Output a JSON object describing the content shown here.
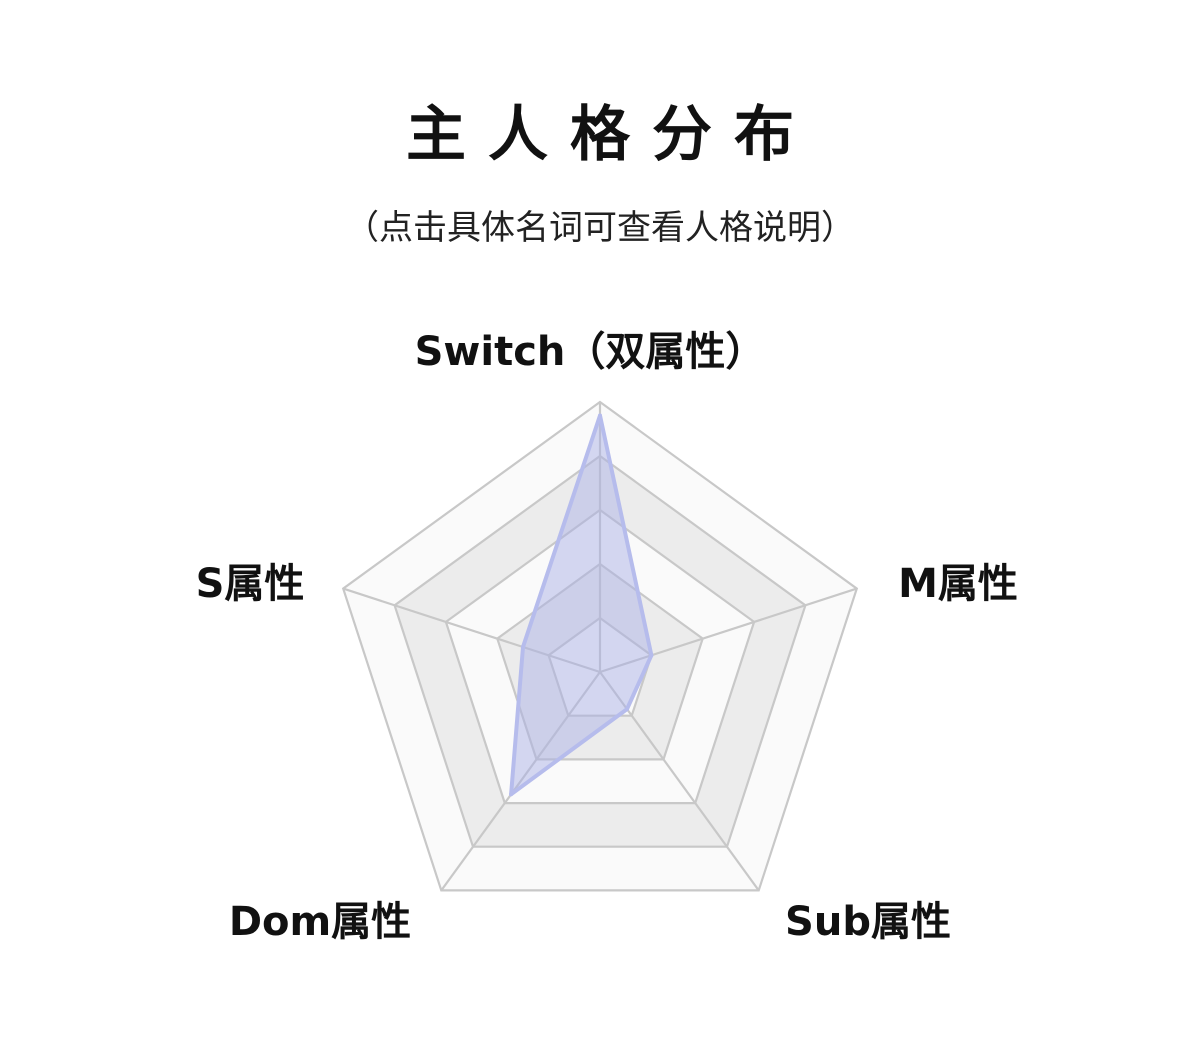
{
  "header": {
    "title": "主人格分布",
    "subtitle": "（点击具体名词可查看人格说明）"
  },
  "chart_data": {
    "type": "radar",
    "title": "主人格分布",
    "subtitle": "（点击具体名词可查看人格说明）",
    "axes": [
      {
        "id": "switch",
        "label": "Switch（双属性）"
      },
      {
        "id": "m",
        "label": "M属性"
      },
      {
        "id": "sub",
        "label": "Sub属性"
      },
      {
        "id": "dom",
        "label": "Dom属性"
      },
      {
        "id": "s",
        "label": "S属性"
      }
    ],
    "scale": {
      "min": 0,
      "max": 100,
      "levels": 5
    },
    "series": [
      {
        "values": [
          95,
          20,
          17,
          56,
          30
        ],
        "color": "#a7aee6"
      }
    ],
    "colors": {
      "grid_line": "#c8c8c8",
      "band_light": "#fafafa",
      "band_dark": "#ececec",
      "series_fill": "rgba(170, 176, 230, 0.48)",
      "series_stroke": "#b6bcec"
    }
  }
}
